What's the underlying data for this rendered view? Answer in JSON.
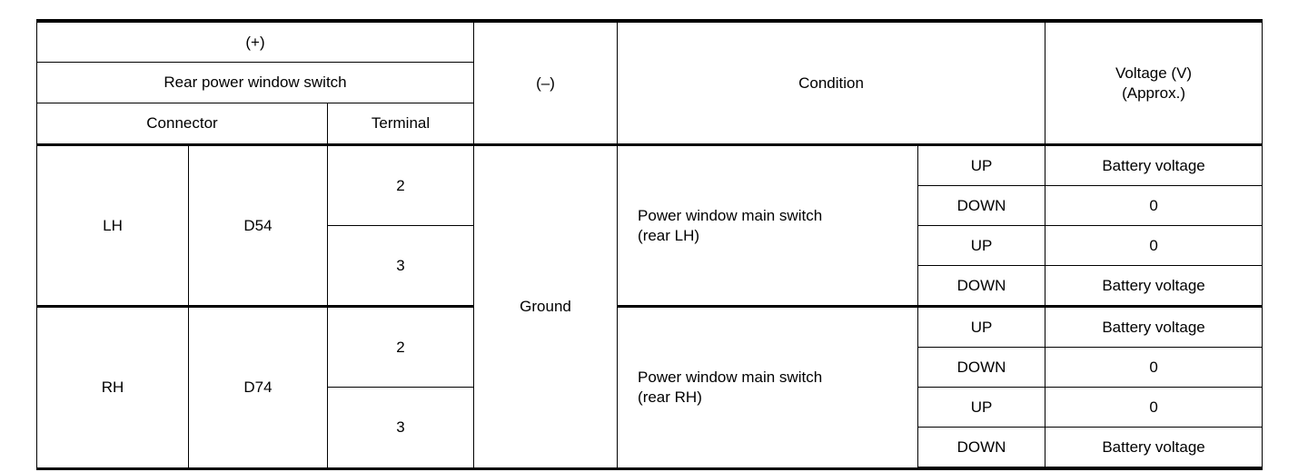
{
  "table": {
    "header": {
      "plus_label": "(+)",
      "group_label": "Rear power window switch",
      "connector_label": "Connector",
      "terminal_label": "Terminal",
      "minus_label": "(–)",
      "condition_label": "Condition",
      "voltage_label_line1": "Voltage (V)",
      "voltage_label_line2": "(Approx.)"
    },
    "ground_label": "Ground",
    "blocks": [
      {
        "side": "LH",
        "connector": "D54",
        "terminals": [
          "2",
          "3"
        ],
        "condition_line1": "Power window main switch",
        "condition_line2": "(rear LH)",
        "rows": [
          {
            "operation": "UP",
            "voltage": "Battery voltage"
          },
          {
            "operation": "DOWN",
            "voltage": "0"
          },
          {
            "operation": "UP",
            "voltage": "0"
          },
          {
            "operation": "DOWN",
            "voltage": "Battery voltage"
          }
        ]
      },
      {
        "side": "RH",
        "connector": "D74",
        "terminals": [
          "2",
          "3"
        ],
        "condition_line1": "Power window main switch",
        "condition_line2": "(rear RH)",
        "rows": [
          {
            "operation": "UP",
            "voltage": "Battery voltage"
          },
          {
            "operation": "DOWN",
            "voltage": "0"
          },
          {
            "operation": "UP",
            "voltage": "0"
          },
          {
            "operation": "DOWN",
            "voltage": "Battery voltage"
          }
        ]
      }
    ]
  }
}
